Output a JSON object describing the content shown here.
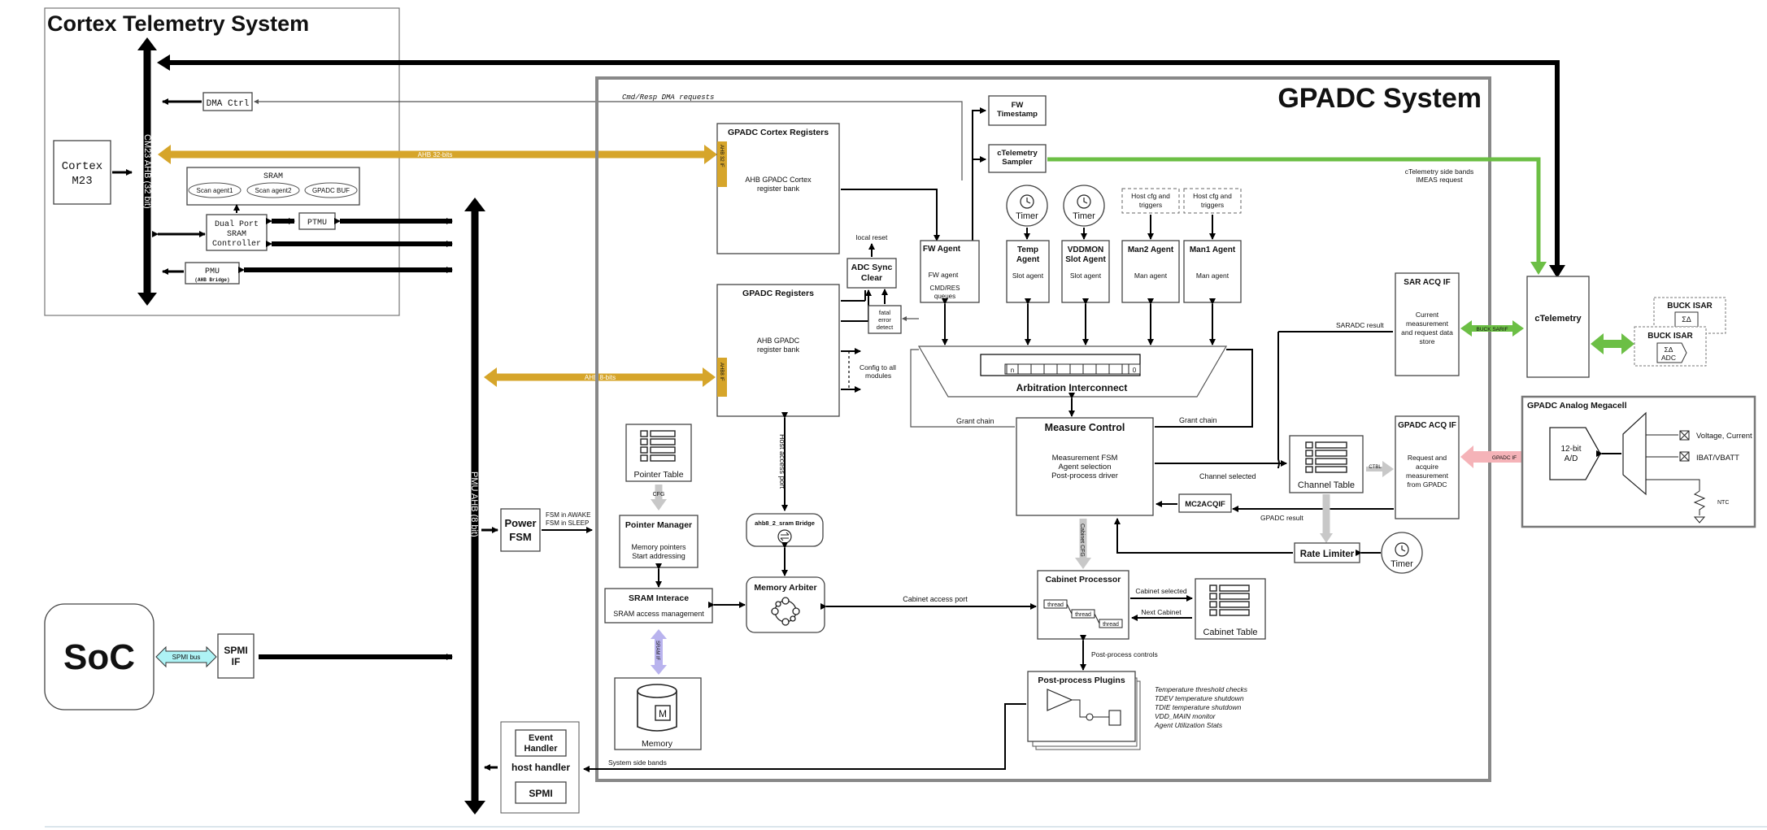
{
  "cortex": {
    "title": "Cortex Telemetry System",
    "cpu_line1": "Cortex",
    "cpu_line2": "M23",
    "ahb32_label": "CM23 AHB (32 bit)",
    "dma": "DMA Ctrl",
    "sram_title": "SRAM",
    "scan_agent1": "Scan agent1",
    "scan_agent2": "Scan agent2",
    "gpadc_buf": "GPADC BUF",
    "dual_port_1": "Dual Port",
    "dual_port_2": "SRAM",
    "dual_port_3": "Controller",
    "ptmu": "PTMU",
    "pmu": "PMU",
    "pmu_sub": "(AHB Bridge)",
    "ahb32_bits": "AHB 32-bits"
  },
  "soc": {
    "label": "SoC",
    "spmi_bus": "SPMI bus",
    "spmi_if_1": "SPMI",
    "spmi_if_2": "IF",
    "pmu_ahb": "PMU AHB (8 bit)",
    "power_fsm_1": "Power",
    "power_fsm_2": "FSM",
    "fsm_awake": "FSM in AWAKE",
    "fsm_sleep": "FSM in SLEEP",
    "event_handler_1": "Event",
    "event_handler_2": "Handler",
    "host_handler": "host handler",
    "spmi": "SPMI",
    "ahb8_bits": "AHB 8-bits",
    "system_side_bands": "System side bands"
  },
  "gpadc": {
    "title": "GPADC System",
    "cmd_resp": "Cmd/Resp DMA requests",
    "cortex_regs_title": "GPADC Cortex Registers",
    "cortex_regs_body1": "AHB GPADC Cortex",
    "cortex_regs_body2": "register bank",
    "ahb32_if": "AHB 32 IF",
    "regs_title": "GPADC Registers",
    "regs_body1": "AHB GPADC",
    "regs_body2": "register bank",
    "ahb8_if": "AHB8 IF",
    "host_access_port": "Host access port",
    "fw_timestamp_1": "FW",
    "fw_timestamp_2": "Timestamp",
    "ctel_sampler_1": "cTelemetry",
    "ctel_sampler_2": "Sampler",
    "local_reset": "local reset",
    "adc_sync_1": "ADC Sync",
    "adc_sync_2": "Clear",
    "fatal_1": "fatal",
    "fatal_2": "error",
    "fatal_3": "detect",
    "config_all_1": "Config to all",
    "config_all_2": "modules",
    "timer": "Timer",
    "host_cfg_1": "Host cfg and",
    "host_cfg_2": "triggers",
    "fw_agent_title": "FW Agent",
    "fw_agent_body": "FW agent",
    "fw_agent_q1": "CMD/RES",
    "fw_agent_q2": "queues",
    "temp_agent_1": "Temp",
    "temp_agent_2": "Agent",
    "slot_agent": "Slot agent",
    "vddmon_1": "VDDMON",
    "vddmon_2": "Slot Agent",
    "man2": "Man2 Agent",
    "man1": "Man1 Agent",
    "man_agent": "Man agent",
    "arb_n": "n",
    "arb_0": "0",
    "arbitration": "Arbitration Interconnect",
    "grant_chain": "Grant chain",
    "measure_title": "Measure Control",
    "measure_1": "Measurement FSM",
    "measure_2": "Agent selection",
    "measure_3": "Post-process driver",
    "channel_selected": "Channel selected",
    "saradc_result": "SARADC result",
    "gpadc_result": "GPADC result",
    "mc2acqif": "MC2ACQIF",
    "channel_table": "Channel Table",
    "ctbl": "CTBL",
    "rate_limiter": "Rate Limiter",
    "cabinet_cfg": "Cabinet CFG",
    "pointer_table": "Pointer Table",
    "cfg": "CFG",
    "pointer_mgr_title": "Pointer Manager",
    "pointer_mgr_1": "Memory pointers",
    "pointer_mgr_2": "Start addressing",
    "bridge": "ahb8_2_sram Bridge",
    "sram_if_title": "SRAM Interace",
    "sram_if_body": "SRAM access management",
    "sram_if_bus": "SRAM IF",
    "mem_arbiter": "Memory Arbiter",
    "memory": "Memory",
    "cabinet_access": "Cabinet access port",
    "cab_proc": "Cabinet Processor",
    "thread": "thread",
    "cabinet_selected": "Cabinet selected",
    "next_cabinet": "Next Cabinet",
    "cabinet_table": "Cabinet Table",
    "post_ctrl": "Post-process controls",
    "plugins": "Post-process Plugins",
    "plugin_list": [
      "Temperature threshold checks",
      "TDEV temperature shutdown",
      "TDIE temperature shutdown",
      "VDD_MAIN monitor",
      "Agent Utilization Stats"
    ],
    "sar_acq_title": "SAR ACQ IF",
    "sar_acq_1": "Current",
    "sar_acq_2": "measurement",
    "sar_acq_3": "and request data",
    "sar_acq_4": "store",
    "gpadc_acq_title": "GPADC ACQ IF",
    "gpadc_acq_1": "Request and",
    "gpadc_acq_2": "acquire",
    "gpadc_acq_3": "measurement",
    "gpadc_acq_4": "from GPADC",
    "buck_sarif": "BUCK SARIF",
    "gpadc_if": "GPADC IF",
    "ctel_side_1": "cTelemetry side bands",
    "ctel_side_2": "IMEAS request",
    "ctelemetry": "cTelemetry"
  },
  "analog": {
    "buck_isar": "BUCK ISAR",
    "sigma_delta": "ΣΔ",
    "adc": "ADC",
    "megacell": "GPADC Analog Megacell",
    "adc12_1": "12-bit",
    "adc12_2": "A/D",
    "voltage_current": "Voltage, Current",
    "ibat": "IBAT/VBATT",
    "ntc": "NTC"
  },
  "colors": {
    "ahb_gold": "#d6a52a",
    "ctel_green": "#6cbf45",
    "gpadc_if_pink": "#f5b3b8",
    "sram_if_lavender": "#b9b3ee",
    "spmi_cyan": "#aef3f5"
  }
}
